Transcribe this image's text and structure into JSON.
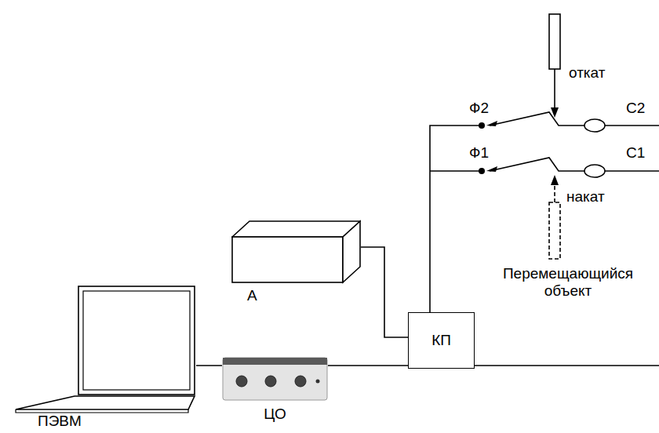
{
  "diagram": {
    "nodes": [
      {
        "text": [
          "ПЭВМ"
        ]
      },
      {
        "text": [
          "ЦО"
        ]
      },
      {
        "text": [
          "А"
        ]
      },
      {
        "text": [
          "КП"
        ]
      }
    ],
    "edges": [
      {
        "from": 0,
        "to": 1,
        "arrow": "none"
      },
      {
        "from": 1,
        "to": 3,
        "arrow": "none"
      },
      {
        "from": 2,
        "to": 3,
        "arrow": "none"
      }
    ],
    "labels": [
      "откат",
      "Ф2",
      "С2",
      "Ф1",
      "С1",
      "накат",
      "Перемещающийся объект"
    ]
  }
}
